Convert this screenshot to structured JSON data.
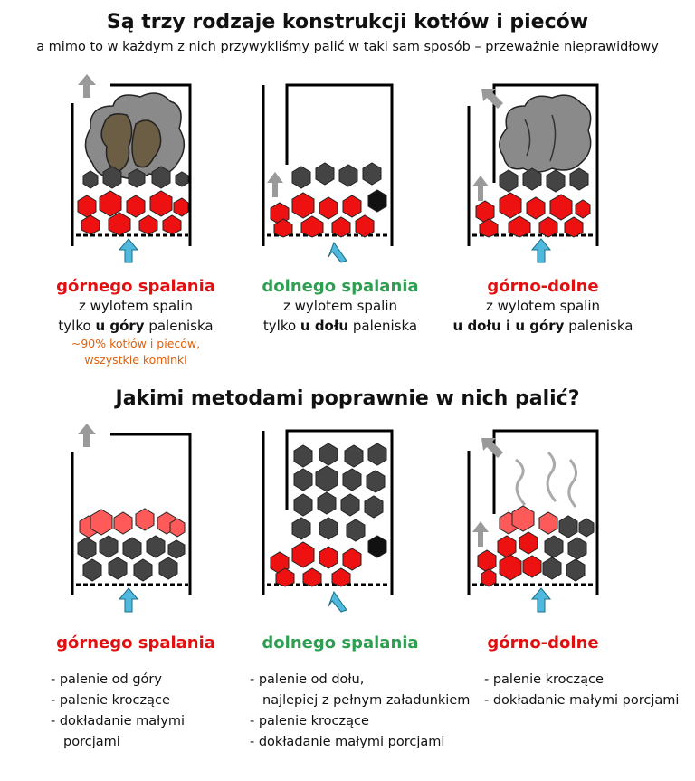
{
  "header": {
    "title": "Są trzy rodzaje konstrukcji kotłów i pieców",
    "subtitle": "a mimo to w każdym z nich przywykliśmy palić w taki sam sposób – przeważnie nieprawidłowy"
  },
  "types": [
    {
      "name": "górnego spalania",
      "line1": "z wylotem spalin",
      "line2_pre": "tylko ",
      "line2_bold": "u góry",
      "line2_post": " paleniska",
      "note1": "~90% kotłów i pieców,",
      "note2": "wszystkie kominki"
    },
    {
      "name": "dolnego spalania",
      "line1": "z wylotem spalin",
      "line2_pre": "tylko ",
      "line2_bold": "u dołu",
      "line2_post": " paleniska"
    },
    {
      "name": "górno-dolne",
      "line1": "z wylotem spalin",
      "line2_pre": "",
      "line2_bold": "u dołu i u góry",
      "line2_post": " paleniska"
    }
  ],
  "question": "Jakimi metodami poprawnie w nich palić?",
  "methods": [
    {
      "name": "górnego spalania",
      "items": [
        "- palenie od góry",
        "- palenie kroczące",
        "- dokładanie małymi",
        "   porcjami"
      ]
    },
    {
      "name": "dolnego spalania",
      "items": [
        "- palenie od dołu,",
        "   najlepiej z pełnym załadunkiem",
        "- palenie kroczące",
        "- dokładanie małymi porcjami"
      ]
    },
    {
      "name": "górno-dolne",
      "items": [
        "- palenie kroczące",
        "- dokładanie małymi porcjami"
      ]
    }
  ],
  "colors": {
    "red": "#e01010",
    "green": "#2e9e52",
    "orange": "#e0600a",
    "arrow_air": "#4fb8dc",
    "arrow_exhaust": "#9a9a9a"
  }
}
